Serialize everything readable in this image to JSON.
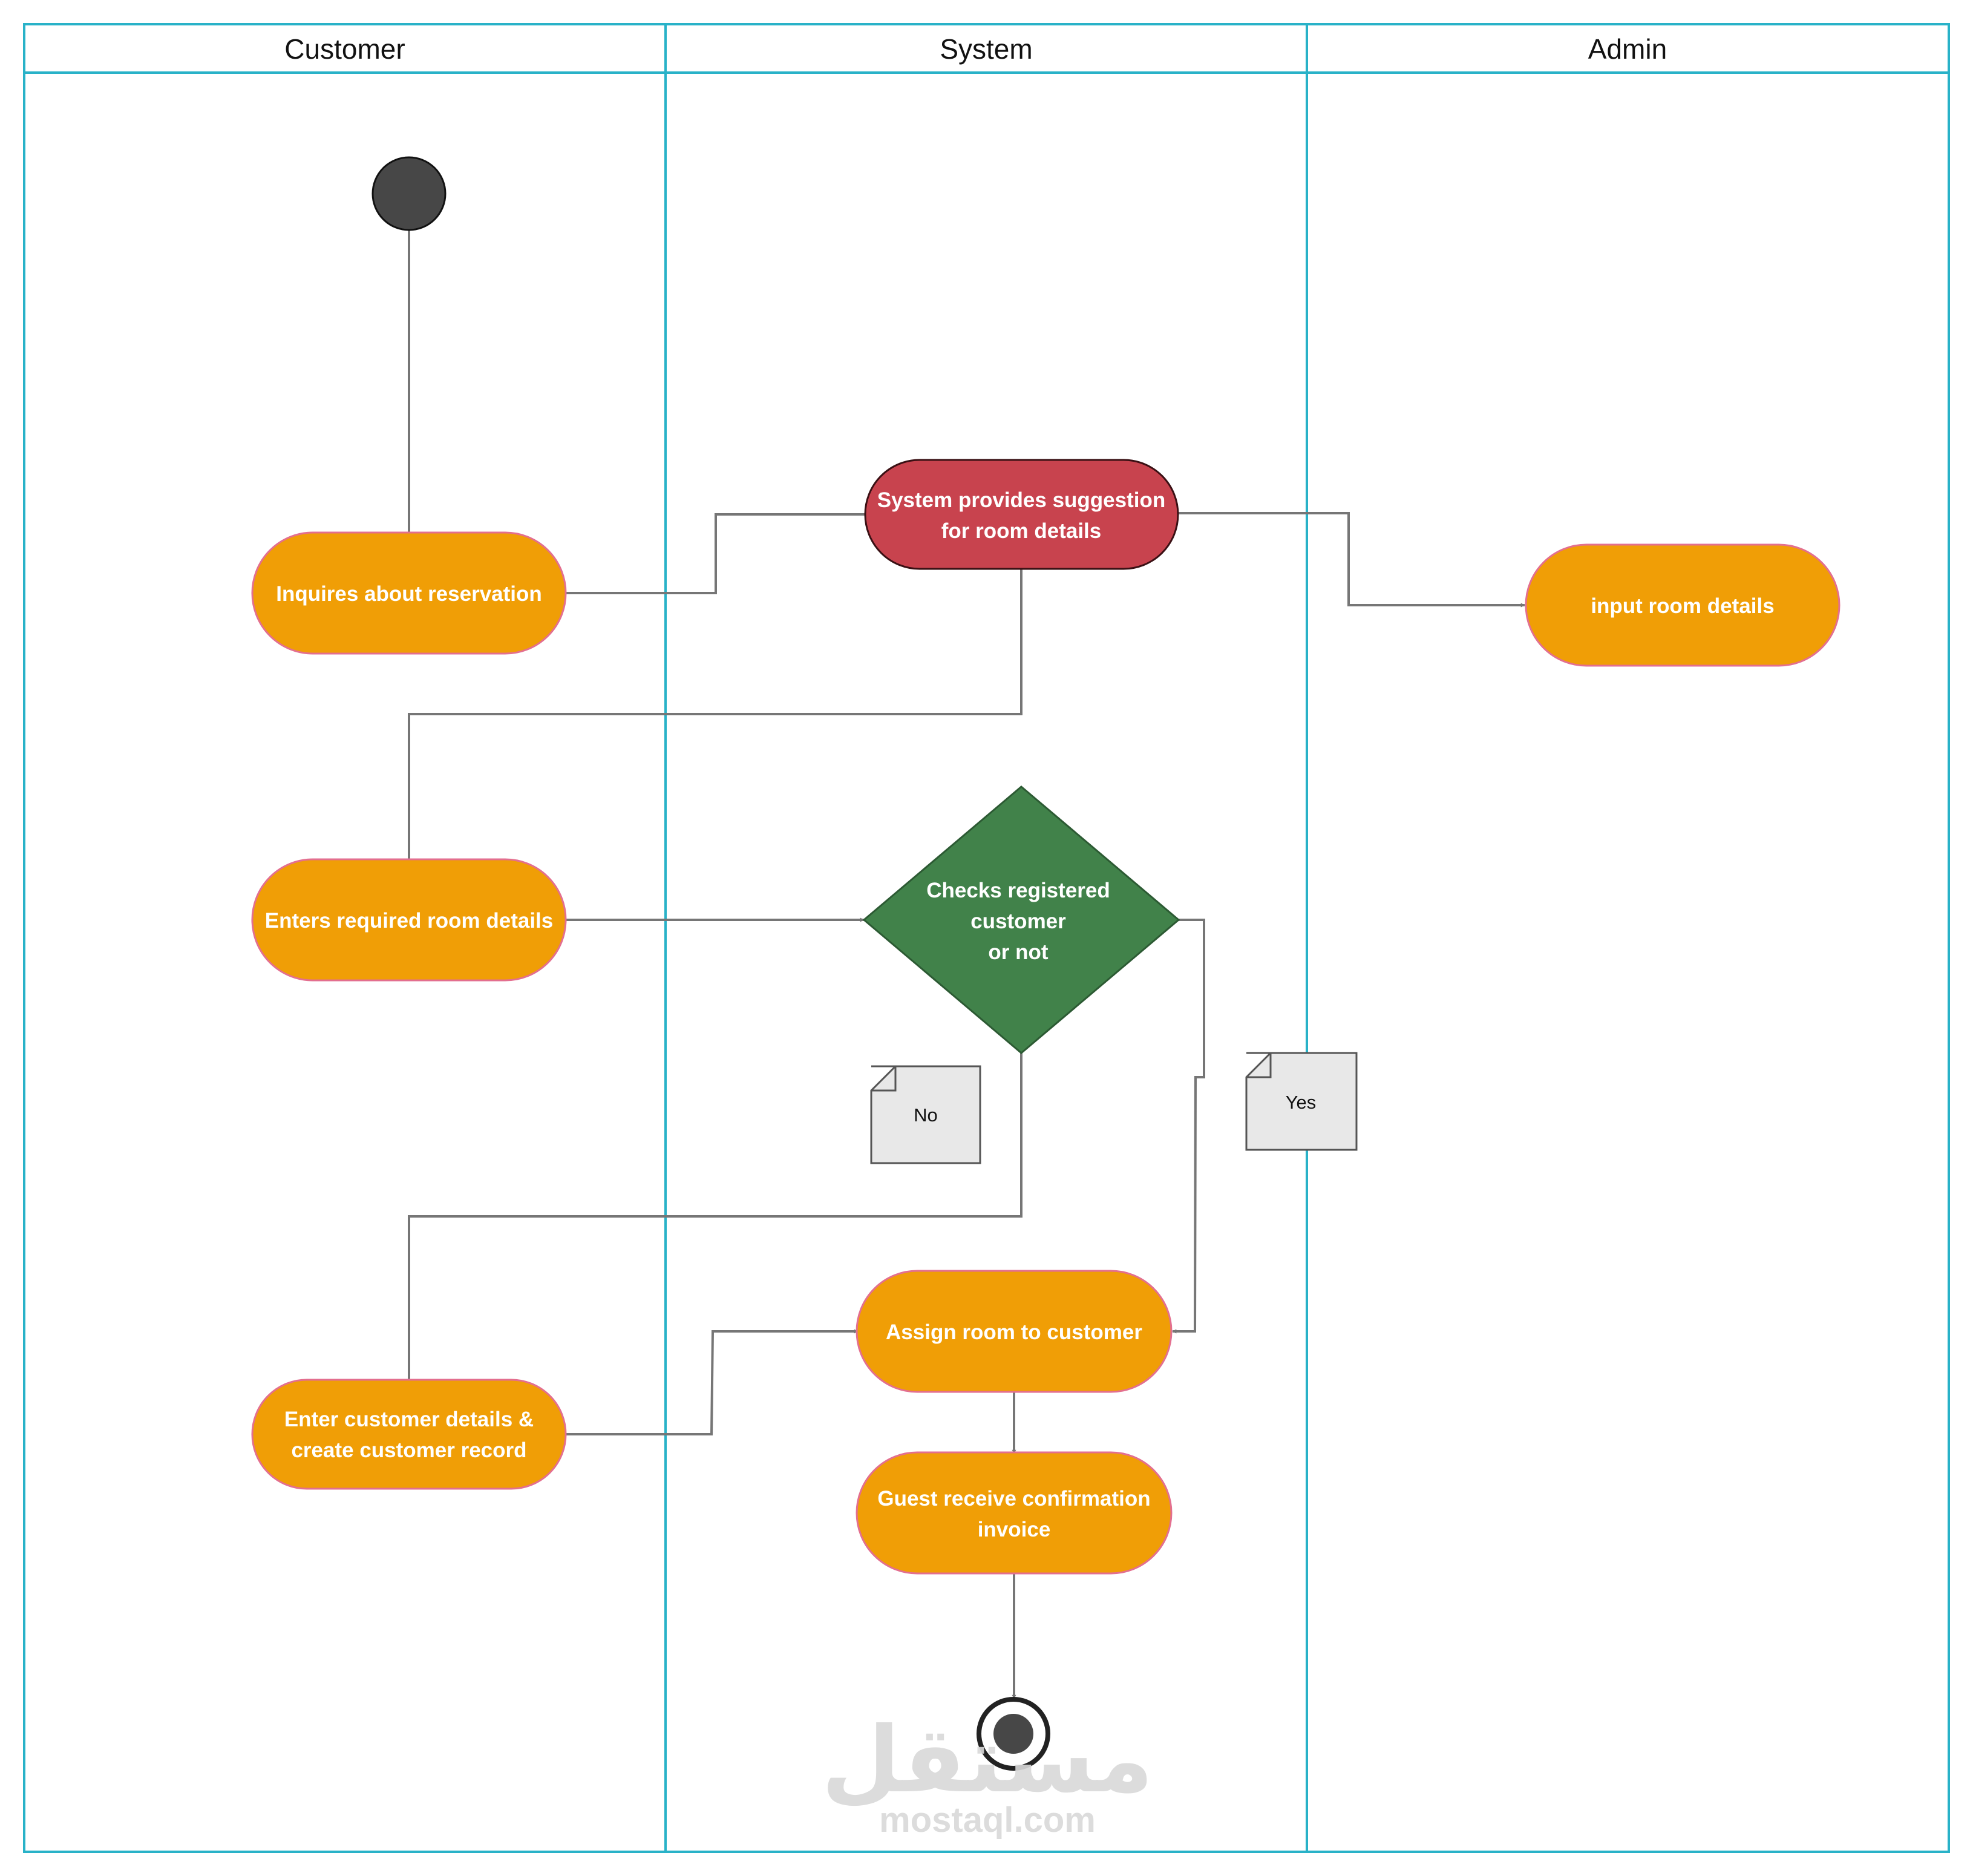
{
  "lanes": [
    {
      "title": "Customer"
    },
    {
      "title": "System"
    },
    {
      "title": "Admin"
    }
  ],
  "nodes": {
    "inquires": "Inquires about reservation",
    "suggestion": [
      "System provides suggestion",
      "for room details"
    ],
    "input_room": "input room details",
    "enters_details": "Enters required room details",
    "checks": [
      "Checks registered",
      "customer",
      "or not"
    ],
    "enter_customer": [
      "Enter customer details &",
      "create customer record"
    ],
    "assign_room": "Assign room to customer",
    "confirmation": [
      "Guest receive confirmation",
      "invoice"
    ]
  },
  "notes": {
    "no": "No",
    "yes": "Yes"
  },
  "colors": {
    "lane_border": "#29b2c8",
    "activity_fill": "#f09e06",
    "activity_stroke": "#e36f8f",
    "suggestion_fill": "#c8434e",
    "suggestion_stroke": "#3a1014",
    "decision_fill": "#41824a",
    "decision_stroke": "#2c5a33",
    "node_dark": "#474747",
    "connector": "#767676",
    "note_fill": "#e8e8e8"
  },
  "watermark": {
    "arabic": "مستقل",
    "latin": "mostaql.com"
  }
}
